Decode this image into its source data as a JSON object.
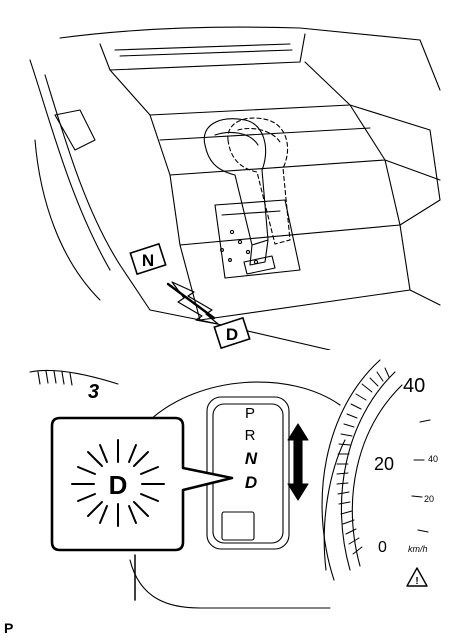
{
  "top_figure": {
    "gate_label_n": "N",
    "gate_label_d": "D"
  },
  "bottom_figure": {
    "gauge_left_numeral": "3",
    "indicator_callout_letter": "D",
    "gear_positions": [
      "P",
      "R",
      "N",
      "D"
    ],
    "selected_gear": "D",
    "speedo_labels": [
      "40",
      "20",
      "0"
    ],
    "speedo_small_labels": [
      "40",
      "20"
    ],
    "speedo_unit": "km/h",
    "warning_symbol": "!"
  },
  "figure_code": "P"
}
